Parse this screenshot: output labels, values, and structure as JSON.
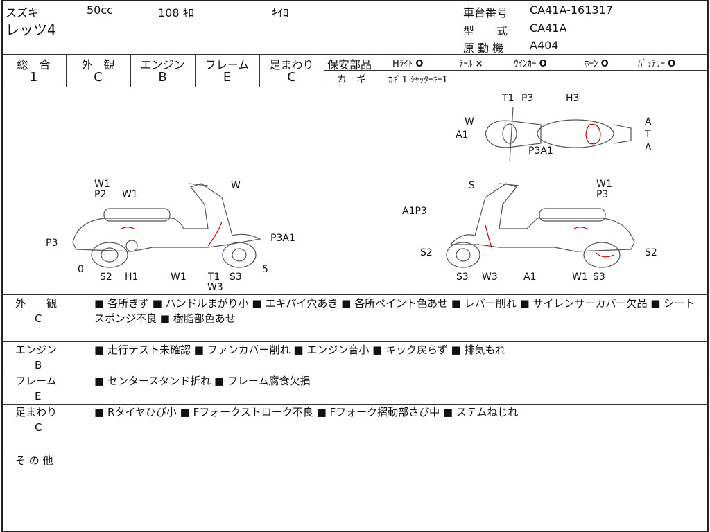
{
  "header": {
    "maker": "スズキ",
    "displacement": "50cc",
    "mileage": "108 ｷﾛ",
    "mileage_unit": "ｷｲﾛ",
    "model_name": "レッツ4",
    "frame_no_label": "車台番号",
    "frame_no": "CA41A-161317",
    "type_label": "型　　式",
    "type": "CA41A",
    "engine_label": "原 動 機",
    "engine": "A404"
  },
  "grades": [
    {
      "label": "総　合",
      "value": "1"
    },
    {
      "label": "外　観",
      "value": "C"
    },
    {
      "label": "エンジン",
      "value": "B"
    },
    {
      "label": "フレーム",
      "value": "E"
    },
    {
      "label": "足まわり",
      "value": "C"
    }
  ],
  "safety": {
    "label": "保安部品",
    "items": [
      {
        "name": "Hﾗｲﾄ",
        "mark": "O"
      },
      {
        "name": "ﾃｰﾙ",
        "mark": "×"
      },
      {
        "name": "ｳｲﾝｶｰ",
        "mark": "O"
      },
      {
        "name": "ﾎｰﾝ",
        "mark": "O"
      },
      {
        "name": "ﾊﾞｯﾃﾘｰ",
        "mark": "O"
      }
    ],
    "key_label": "カ　ギ",
    "key_value": "ｶｷﾞ1 ｼｬｯﾀｰｷｰ1"
  },
  "diagram": {
    "left": [
      "W1",
      "P2",
      "W1",
      "W",
      "P3",
      "P3A1",
      "0",
      "S2",
      "H1",
      "W1",
      "T1",
      "S3",
      "5",
      "W3"
    ],
    "right": [
      "S",
      "W1",
      "P3",
      "A1P3",
      "S2",
      "S2",
      "S3",
      "W3",
      "A1",
      "W1",
      "S3"
    ],
    "top": [
      "T1",
      "P3",
      "H3",
      "W",
      "A",
      "A1",
      "T",
      "P3A1",
      "A"
    ]
  },
  "remarks": [
    {
      "label": "外　　観",
      "grade": "C",
      "text": "■ 各所きず ■ ハンドルまがり小 ■ エキパイ穴あき ■ 各所ペイント色あせ ■ レバー削れ ■ サイレンサーカバー欠品 ■ シートスポンジ不良 ■ 樹脂部色あせ"
    },
    {
      "label": "エンジン",
      "grade": "B",
      "text": "■ 走行テスト未確認 ■ ファンカバー削れ ■ エンジン音小 ■ キック戻らず ■ 排気もれ"
    },
    {
      "label": "フレーム",
      "grade": "E",
      "text": "■ センタースタンド折れ ■ フレーム腐食欠損"
    },
    {
      "label": "足まわり",
      "grade": "C",
      "text": "■ Rタイヤひび小 ■ Fフォークストローク不良 ■ Fフォーク摺動部さび中 ■ ステムねじれ"
    },
    {
      "label": "そ の 他",
      "grade": "",
      "text": ""
    }
  ]
}
